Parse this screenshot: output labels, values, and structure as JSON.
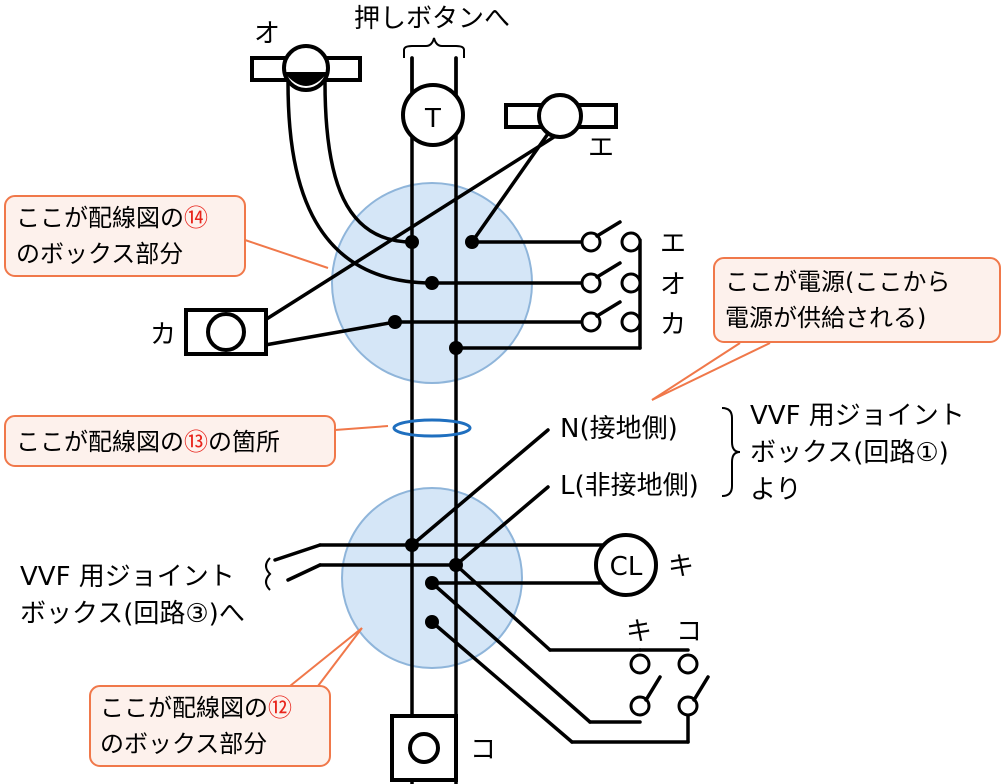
{
  "top_label": "押しボタンへ",
  "devices": {
    "o_label": "オ",
    "t_text": "T",
    "e_label": "エ",
    "ka_label": "カ",
    "cl_text": "CL",
    "ki_label": "キ",
    "ko_label": "コ"
  },
  "switch_labels_upper": [
    "エ",
    "オ",
    "カ"
  ],
  "switch_labels_lower": [
    "キ",
    "コ"
  ],
  "source": {
    "n_label": "N(接地側)",
    "l_label": "L(非接地側)",
    "jb1_line1": "VVF 用ジョイント",
    "jb1_line2": "ボックス(回路①)",
    "jb1_line3": "より"
  },
  "jb3": {
    "line1": "VVF 用ジョイント",
    "line2": "ボックス(回路③)へ"
  },
  "callouts": {
    "box14_line1_prefix": "ここが配線図の",
    "box14_num": "⑭",
    "box14_line2": "のボックス部分",
    "power_line1": "ここが電源(ここから",
    "power_line2": "電源が供給される)",
    "wire13_prefix": "ここが配線図の",
    "wire13_num": "⑬",
    "wire13_suffix": "の箇所",
    "box12_line1_prefix": "ここが配線図の",
    "box12_num": "⑫",
    "box12_line2": "のボックス部分"
  }
}
